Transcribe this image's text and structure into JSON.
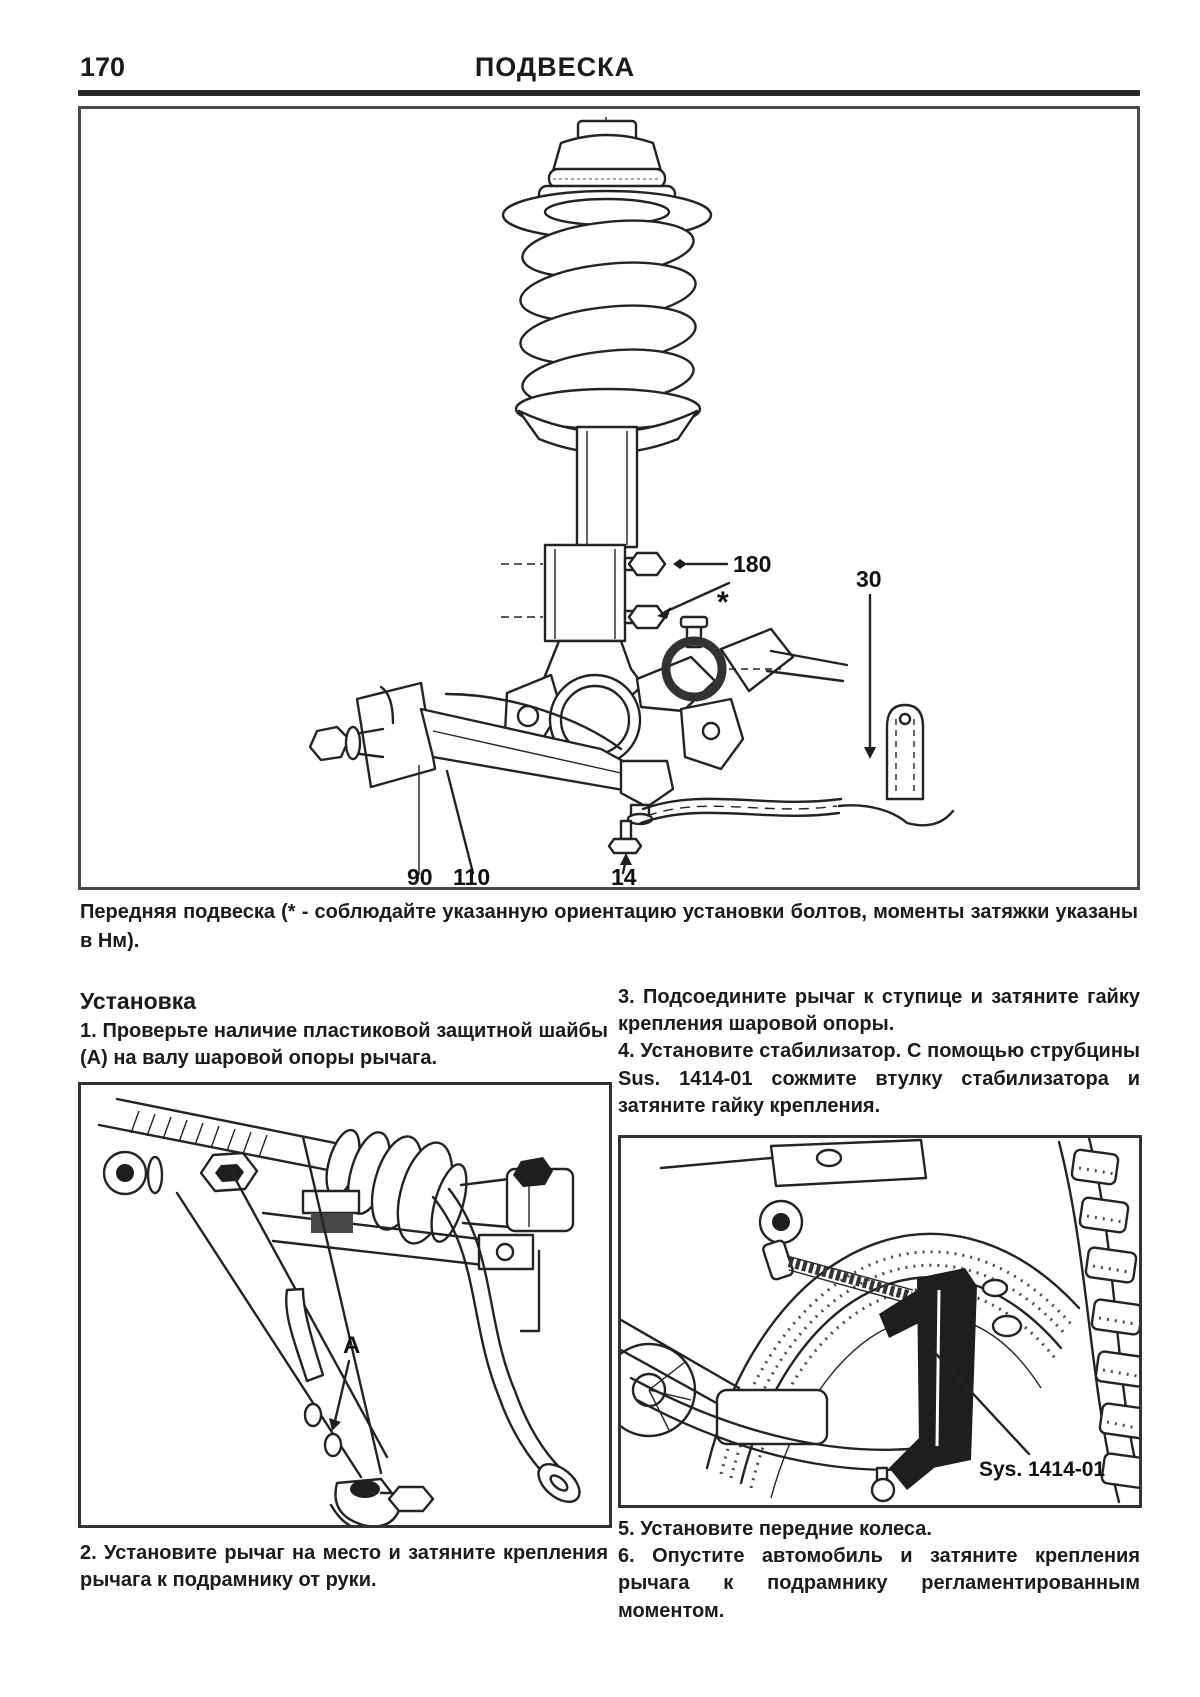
{
  "page": {
    "number": "170",
    "title": "ПОДВЕСКА"
  },
  "figure_main": {
    "caption": "Передняя подвеска (* - соблюдайте указанную ориентацию установки болтов, моменты затяжки указаны в Нм).",
    "callouts": {
      "c180": "180",
      "c30": "30",
      "c90": "90",
      "c110": "110",
      "c14": "14",
      "star": "*"
    }
  },
  "installation": {
    "heading": "Установка",
    "steps": {
      "s1": "1. Проверьте наличие пластиковой защитной шайбы (А) на валу шаровой опоры рычага.",
      "s2": "2. Установите рычаг на место и затяните крепления рычага к подрамнику от руки.",
      "s3": "3. Подсоедините рычаг к ступице и затяните гайку крепления шаровой опоры.",
      "s4": "4. Установите стабилизатор. С помощью струбцины Sus. 1414-01 сожмите втулку стабилизатора и затяните гайку крепления.",
      "s5": "5. Установите передние колеса.",
      "s6": "6. Опустите автомобиль и затяните крепления рычага к подрамнику регламентированным моментом."
    },
    "figure_left_label": "A",
    "figure_right_label": "Sys. 1414-01"
  }
}
